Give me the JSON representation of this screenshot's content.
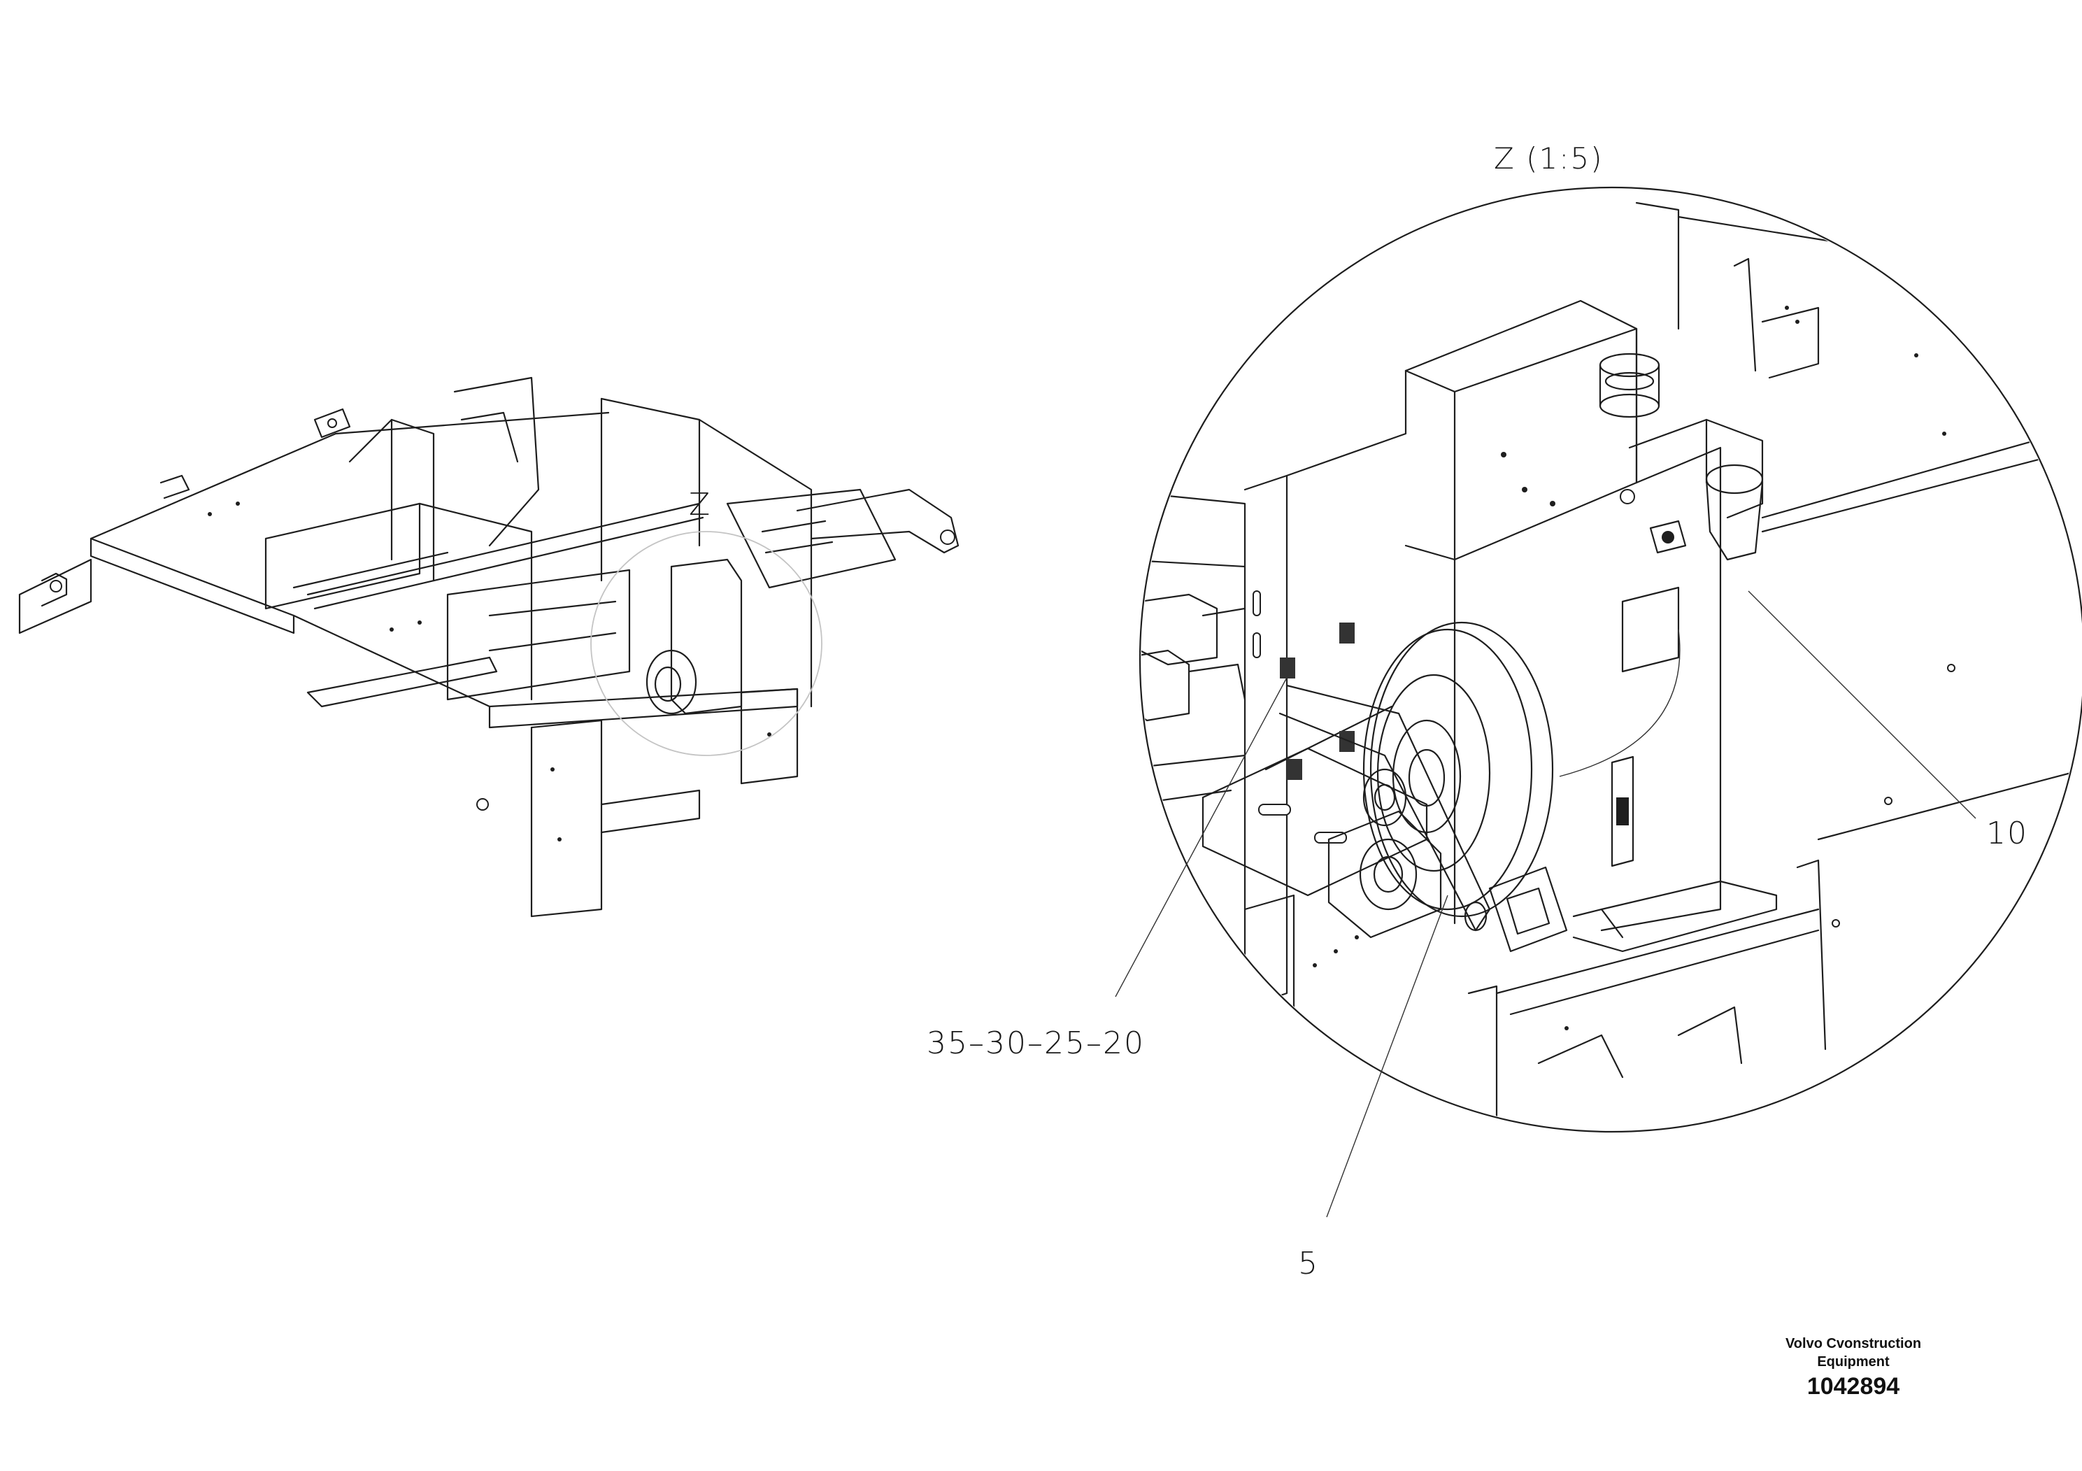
{
  "view_label": "Z",
  "detail_title": "Z (1:5)",
  "callouts": {
    "ref_group": "35–30–25–20",
    "item_5": "5",
    "item_10": "10"
  },
  "footer": {
    "company_line1": "Volvo Cvonstruction",
    "company_line2": "Equipment",
    "drawing_number": "1042894"
  }
}
